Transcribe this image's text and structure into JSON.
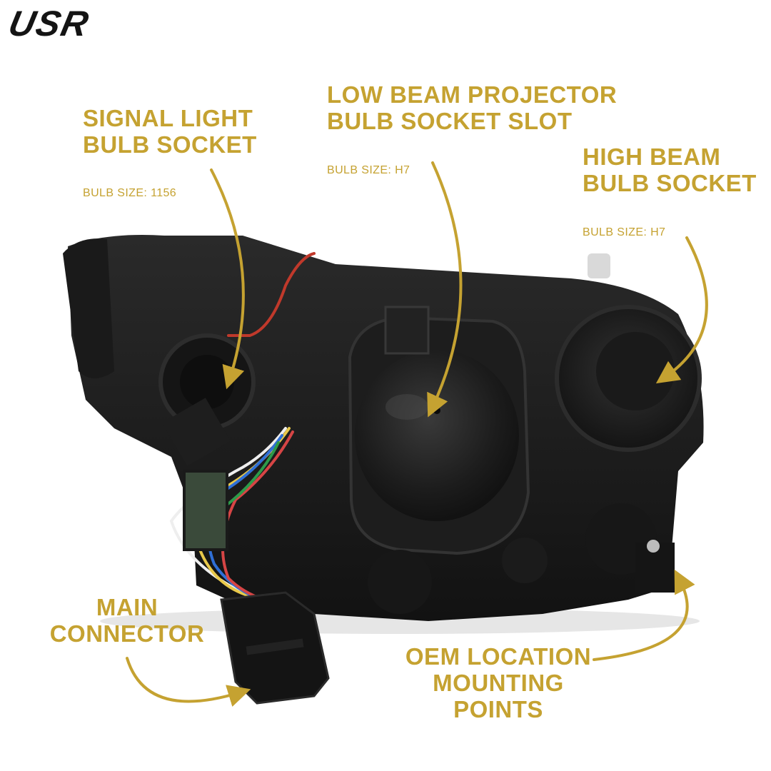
{
  "brand": {
    "logo_text": "USR",
    "logo_color": "#141414"
  },
  "accent_color": "#c5a231",
  "callouts": {
    "signal": {
      "title_line1": "SIGNAL LIGHT",
      "title_line2": "BULB SOCKET",
      "subtitle": "BULB SIZE: 1156"
    },
    "low_beam": {
      "title_line1": "LOW BEAM PROJECTOR",
      "title_line2": "BULB SOCKET SLOT",
      "subtitle": "BULB SIZE: H7"
    },
    "high_beam": {
      "title_line1": "HIGH BEAM",
      "title_line2": "BULB SOCKET",
      "subtitle": "BULB SIZE: H7"
    },
    "main_connector": {
      "title_line1": "MAIN",
      "title_line2": "CONNECTOR"
    },
    "mounting": {
      "title_line1": "OEM LOCATION",
      "title_line2": "MOUNTING POINTS"
    }
  }
}
